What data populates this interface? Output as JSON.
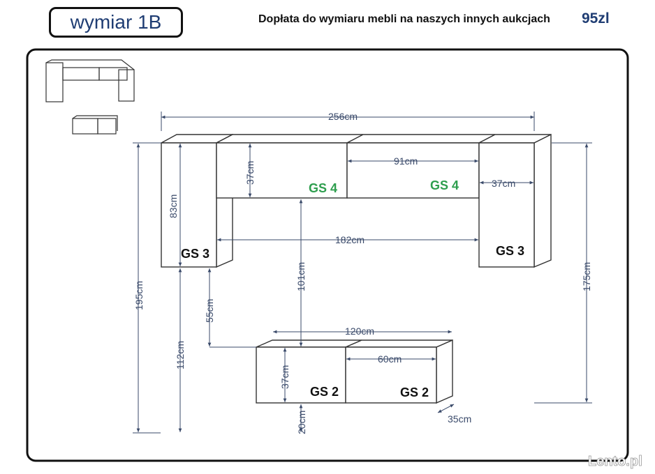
{
  "header": {
    "title": "wymiar 1B",
    "note": "Dopłata do wymiaru mebli na naszych innych aukcjach",
    "price": "95zl"
  },
  "modules": {
    "upper_left": "GS 3",
    "upper_right": "GS 3",
    "middle_left": "GS 4",
    "middle_right": "GS 4",
    "lower_left": "GS 2",
    "lower_right": "GS 2"
  },
  "dimensions": {
    "total_width": "256cm",
    "gs4_width": "91cm",
    "gs3_width": "37cm",
    "gs4_height": "37cm",
    "gs3_height": "83cm",
    "span_between": "182cm",
    "total_height": "195cm",
    "right_height": "175cm",
    "gap_to_low": "101cm",
    "gap_side": "55cm",
    "low_from_floor": "112cm",
    "lower_width": "120cm",
    "gs2_width": "60cm",
    "gs2_height": "37cm",
    "floor_gap": "20cm",
    "depth": "35cm"
  },
  "watermark": "Lento.pl",
  "colors": {
    "title": "#1f3d73",
    "accent_green": "#2e9e4e",
    "dimension": "#3a4a6a"
  }
}
